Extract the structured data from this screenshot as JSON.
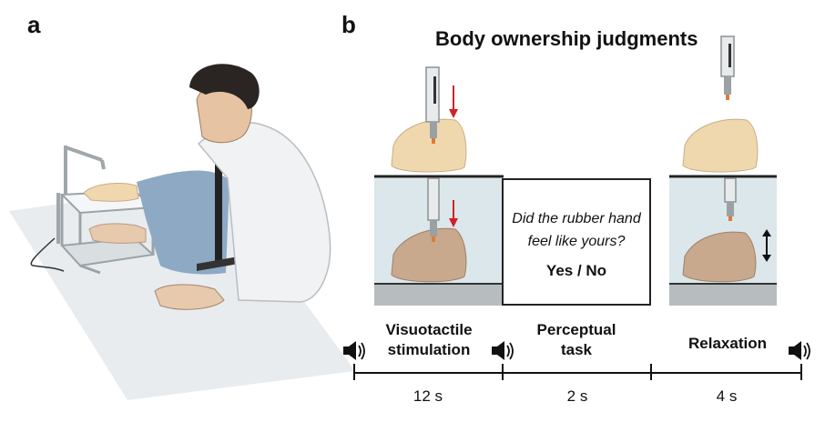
{
  "panels": {
    "a": "a",
    "b": "b"
  },
  "title": "Body ownership judgments",
  "question": {
    "text_line1": "Did the rubber hand",
    "text_line2": "feel like yours?",
    "answer": "Yes / No"
  },
  "phases": [
    {
      "label_line1": "Visuotactile",
      "label_line2": "stimulation",
      "duration": "12 s"
    },
    {
      "label_line1": "Perceptual",
      "label_line2": "task",
      "duration": "2 s"
    },
    {
      "label_line1": "Relaxation",
      "label_line2": "",
      "duration": "4 s"
    }
  ],
  "colors": {
    "arrow": "#d0202a",
    "skin": "#efd8ae",
    "skin_dark": "#c9a98e",
    "box": "#dbe7ea",
    "shirt_blue": "#8ea9c4"
  },
  "icons": [
    "speaker-icon"
  ]
}
